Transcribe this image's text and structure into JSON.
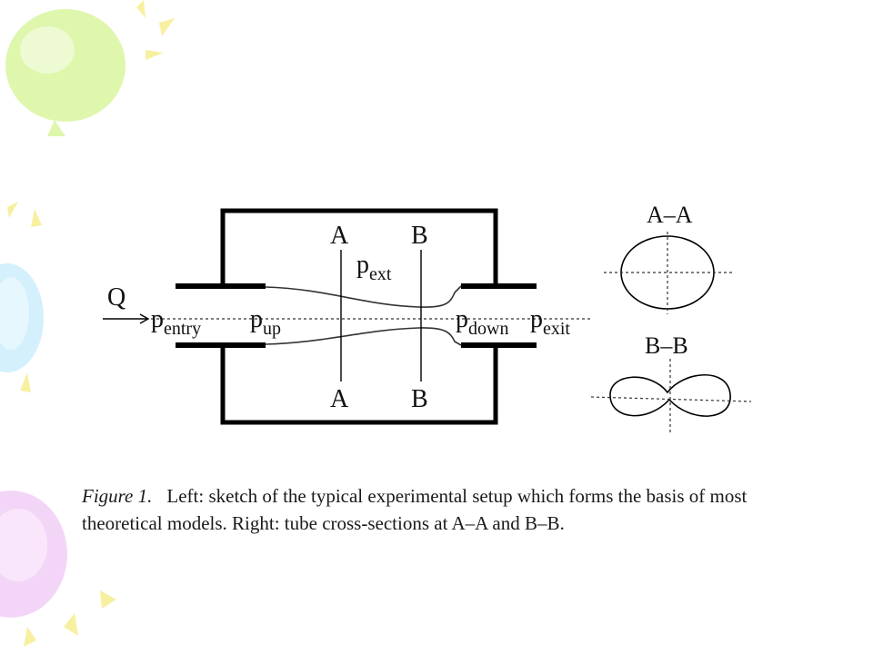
{
  "diagram": {
    "flow_label": "Q",
    "pressures": {
      "entry": {
        "base": "p",
        "sub": "entry"
      },
      "up": {
        "base": "p",
        "sub": "up"
      },
      "ext": {
        "base": "p",
        "sub": "ext"
      },
      "down": {
        "base": "p",
        "sub": "down"
      },
      "exit": {
        "base": "p",
        "sub": "exit"
      }
    },
    "section_a": "A",
    "section_b": "B",
    "cross_sections": {
      "a_title": "A–A",
      "b_title": "B–B"
    }
  },
  "caption": {
    "label": "Figure 1.",
    "text": "Left: sketch of the typical experimental setup which forms the basis of most theoretical models. Right: tube cross-sections at A–A and B–B."
  },
  "colors": {
    "balloon_green": "#dcf5a8",
    "balloon_blue": "#cdeefc",
    "balloon_pink": "#f3d4f6",
    "sparkle_yellow": "#f6ef9a"
  }
}
